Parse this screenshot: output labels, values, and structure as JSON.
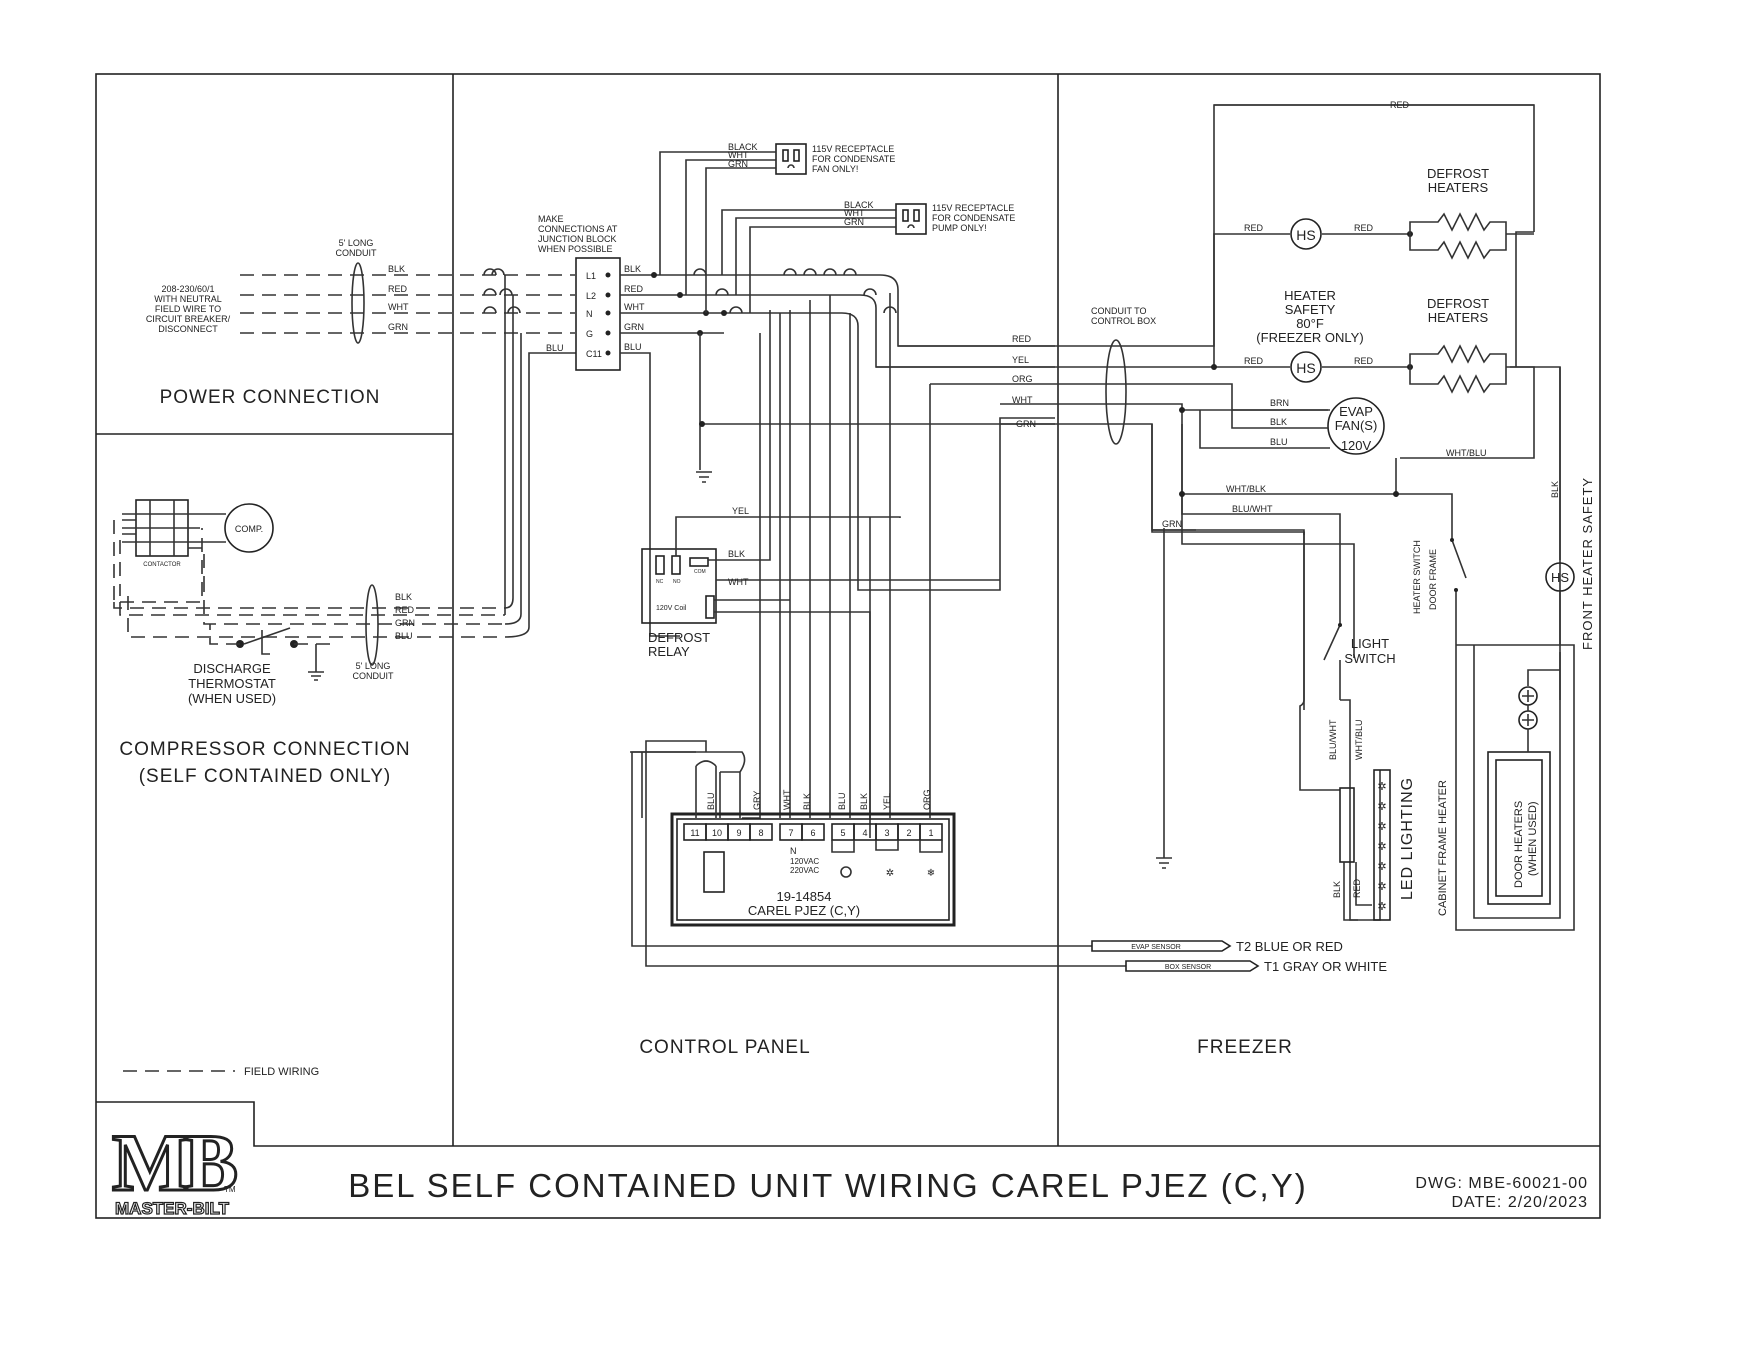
{
  "sections": {
    "power": "POWER CONNECTION",
    "compressor_line1": "COMPRESSOR CONNECTION",
    "compressor_line2": "(SELF CONTAINED ONLY)",
    "control_panel": "CONTROL PANEL",
    "freezer": "FREEZER"
  },
  "legend": {
    "field_wiring": "FIELD WIRING"
  },
  "title_block": {
    "title": "BEL SELF CONTAINED UNIT WIRING CAREL PJEZ (C,Y)",
    "dwg": "DWG: MBE-60021-00",
    "date": "DATE: 2/20/2023",
    "logo_text": "MB",
    "logo_sub": "MASTER-BILT",
    "logo_tm": "TM"
  },
  "power_notes": {
    "supply": [
      "208-230/60/1",
      "WITH NEUTRAL",
      "FIELD WIRE TO",
      "CIRCUIT BREAKER/",
      "DISCONNECT"
    ],
    "conduit": [
      "5' LONG",
      "CONDUIT"
    ],
    "wires": [
      "BLK",
      "RED",
      "WHT",
      "GRN"
    ]
  },
  "junction": {
    "note": [
      "MAKE",
      "CONNECTIONS AT",
      "JUNCTION BLOCK",
      "WHEN POSSIBLE"
    ],
    "terminals": [
      "L1",
      "L2",
      "N",
      "G",
      "C11"
    ],
    "out_wires": [
      "BLK",
      "RED",
      "WHT",
      "GRN",
      "BLU"
    ],
    "in_blu": "BLU"
  },
  "receptacles": [
    {
      "wires": [
        "BLACK",
        "WHT",
        "GRN"
      ],
      "label": [
        "115V RECEPTACLE",
        "FOR CONDENSATE",
        "FAN ONLY!"
      ]
    },
    {
      "wires": [
        "BLACK",
        "WHT",
        "GRN"
      ],
      "label": [
        "115V RECEPTACLE",
        "FOR CONDENSATE",
        "PUMP ONLY!"
      ]
    }
  ],
  "compressor": {
    "comp": "COMP.",
    "contactor": "CONTACTOR",
    "wires": [
      "BLK",
      "RED",
      "GRN",
      "BLU"
    ],
    "thermostat": [
      "DISCHARGE",
      "THERMOSTAT",
      "(WHEN USED)"
    ],
    "conduit": [
      "5' LONG",
      "CONDUIT"
    ]
  },
  "relay": {
    "label": [
      "DEFROST",
      "RELAY"
    ],
    "coil": "120V Coil",
    "pins": [
      "NC",
      "NO",
      "COM"
    ],
    "wires": {
      "yel": "YEL",
      "blk": "BLK",
      "wht": "WHT"
    }
  },
  "controller": {
    "part": "19-14854",
    "model": "CAREL PJEZ (C,Y)",
    "terminals": [
      "11",
      "10",
      "9",
      "8",
      "7",
      "6",
      "5",
      "4",
      "3",
      "2",
      "1"
    ],
    "wire_labels": [
      "BLU",
      "GRY",
      "WHT",
      "BLK",
      "BLU",
      "BLK",
      "YEL",
      "ORG"
    ],
    "n_label": "N",
    "v120": "120VAC",
    "v220": "220VAC"
  },
  "conduit_box": [
    "CONDUIT TO",
    "CONTROL BOX"
  ],
  "trunk_wires": [
    "RED",
    "YEL",
    "ORG",
    "WHT",
    "GRN"
  ],
  "heaters": {
    "defrost": [
      "DEFROST",
      "HEATERS"
    ],
    "hs": "HS",
    "safety": [
      "HEATER",
      "SAFETY",
      "80°F",
      "(FREEZER ONLY)"
    ],
    "red": "RED"
  },
  "fan": {
    "label": [
      "EVAP",
      "FAN(S)",
      "120V"
    ],
    "wires": [
      "BRN",
      "BLK",
      "BLU"
    ]
  },
  "freezer_wires": {
    "wht_blu": "WHT/BLU",
    "wht_blk": "WHT/BLK",
    "blu_wht": "BLU/WHT",
    "grn": "GRN",
    "blk": "BLK",
    "red": "RED"
  },
  "light_switch": [
    "LIGHT",
    "SWITCH"
  ],
  "led": "LED LIGHTING",
  "heater_switch": [
    "HEATER SWITCH",
    "DOOR FRAME"
  ],
  "front_heater": "FRONT HEATER SAFETY",
  "cabinet_heater": "CABINET FRAME HEATER",
  "door_heaters": [
    "DOOR HEATERS",
    "(WHEN USED)"
  ],
  "sensors": [
    {
      "name": "EVAP SENSOR",
      "label": "T2 BLUE OR RED"
    },
    {
      "name": "BOX SENSOR",
      "label": "T1 GRAY OR WHITE"
    }
  ]
}
